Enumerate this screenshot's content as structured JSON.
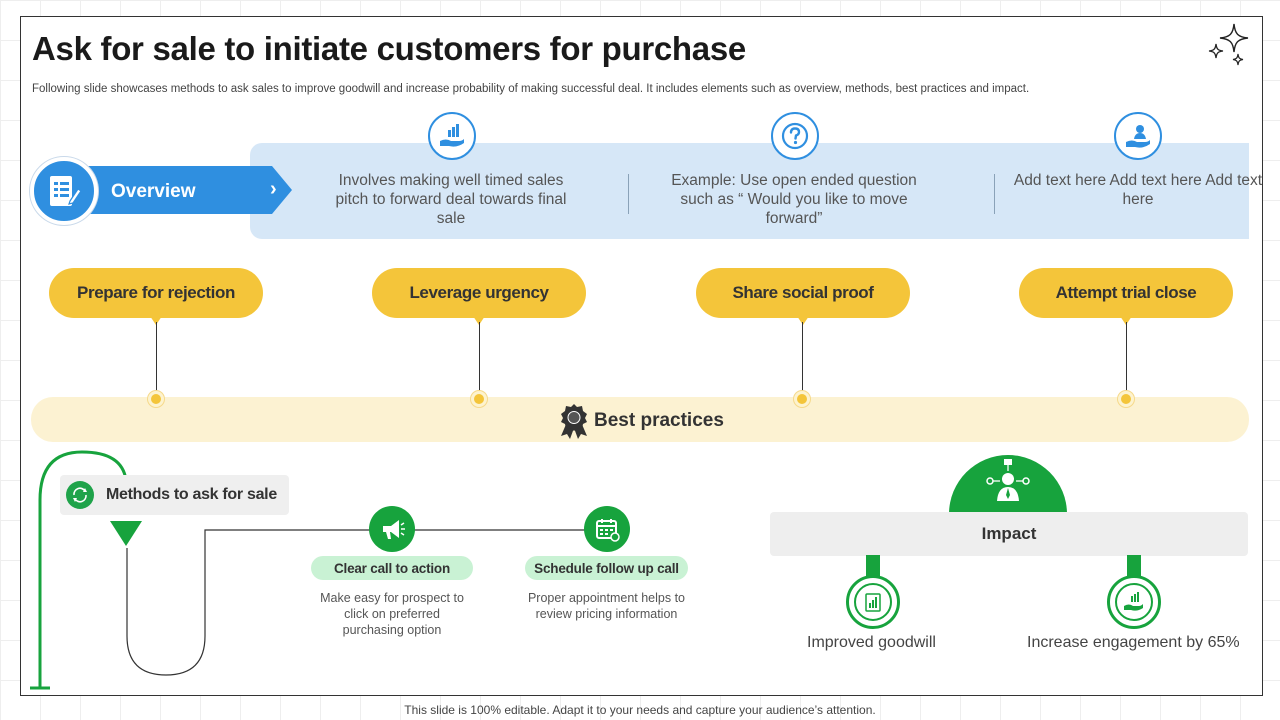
{
  "title": "Ask for sale to initiate customers for purchase",
  "subtitle": "Following slide showcases methods to ask sales to improve goodwill and increase probability of making successful deal. It includes elements such as overview, methods, best practices and impact.",
  "overview": {
    "label": "Overview",
    "chevron": "›",
    "columns": [
      {
        "text": "Involves  making well timed sales pitch to forward deal towards final sale",
        "icon": "sales-hand-icon"
      },
      {
        "text": "Example: Use open ended question such as “ Would you like to move forward”",
        "icon": "question-icon"
      },
      {
        "text": "Add text here Add text here Add text here",
        "icon": "person-hand-icon"
      }
    ]
  },
  "best_practices": {
    "label": "Best practices",
    "items": [
      "Prepare for rejection",
      "Leverage urgency",
      "Share social proof",
      "Attempt trial close"
    ]
  },
  "methods": {
    "label": "Methods to ask for sale",
    "items": [
      {
        "title": "Clear call to action",
        "desc": "Make easy for prospect to click on preferred purchasing option",
        "icon": "megaphone-icon"
      },
      {
        "title": "Schedule follow up call",
        "desc": "Proper appointment helps to review  pricing information",
        "icon": "calendar-icon"
      }
    ]
  },
  "impact": {
    "label": "Impact",
    "items": [
      {
        "text": "Improved goodwill",
        "icon": "growth-chart-icon"
      },
      {
        "text": "Increase engagement by 65%",
        "icon": "engagement-hand-icon"
      }
    ]
  },
  "footer": "This slide is 100% editable. Adapt it to your needs and capture your audience’s attention.",
  "colors": {
    "blue": "#2f8fe0",
    "yellow": "#f4c53a",
    "green": "#17a33d",
    "light_blue": "#d6e7f7",
    "light_yellow": "#fcf2d2",
    "light_green": "#c9f2d4"
  }
}
